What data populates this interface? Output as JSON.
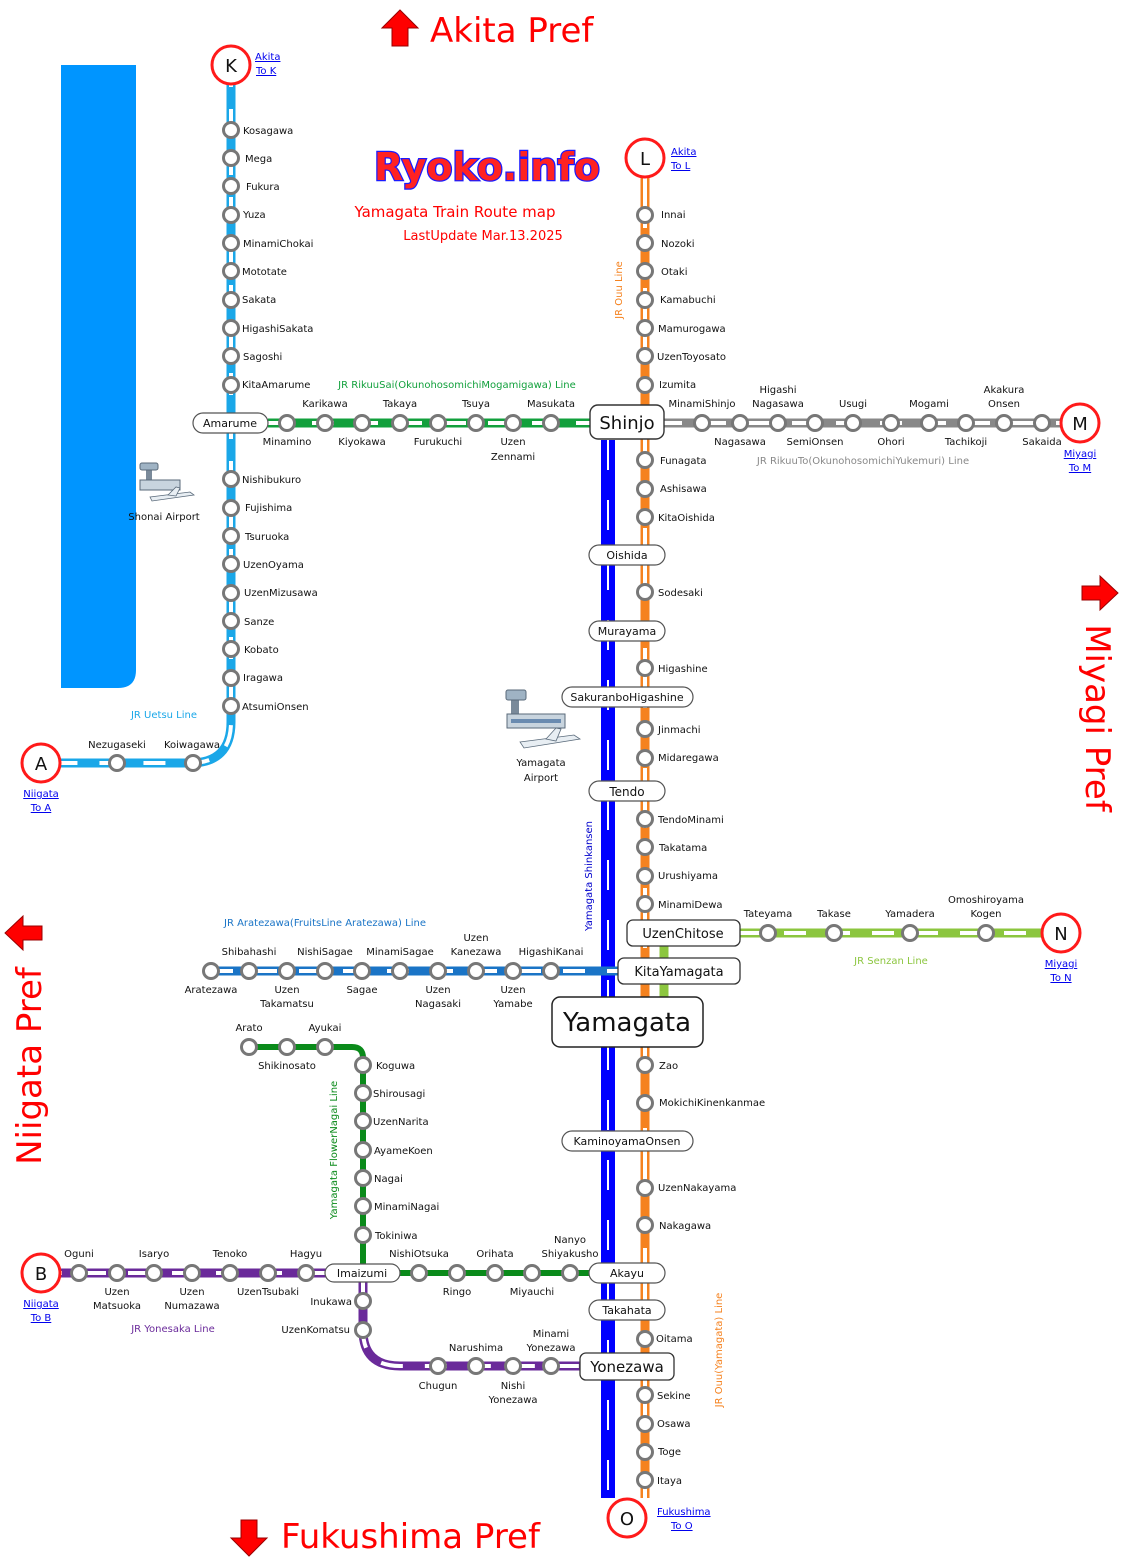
{
  "header": {
    "logo": "Ryoko.info",
    "title": "Yamagata Train Route map",
    "updated": "LastUpdate Mar.13.2025"
  },
  "prefectures": {
    "north": "Akita Pref",
    "east": "Miyagi Pref",
    "west": "Niigata Pref",
    "south": "Fukushima Pref"
  },
  "colors": {
    "uetsu": "#1aa7e8",
    "rikuusai": "#12a03c",
    "ouu": "#f5821f",
    "shinkansen": "#0000ff",
    "rikuuto": "#888888",
    "senzan": "#8cc63f",
    "aratezawa": "#1a74c6",
    "flowernagai": "#0a8a1a",
    "yonesaka": "#6a2a9a",
    "sea": "#0095ff",
    "pref_red": "#ff0000"
  },
  "lines": {
    "uetsu": "JR Uetsu Line",
    "rikuusai": "JR RikuuSai(OkunohosomichiMogamigawa) Line",
    "ouu_north": "JR Ouu Line",
    "rikuuto": "JR RikuuTo(OkunohosomichiYukemuri) Line",
    "shinkansen": "Yamagata Shinkansen",
    "aratezawa": "JR Aratezawa(FruitsLine Aratezawa) Line",
    "senzan": "JR Senzan Line",
    "flowernagai": "Yamagata FlowerNagai Line",
    "yonesaka": "JR Yonesaka Line",
    "ouu_south": "JR Ouu(Yamagata) Line"
  },
  "terminals": {
    "A": {
      "letter": "A",
      "pref": "Niigata",
      "to": "To A"
    },
    "B": {
      "letter": "B",
      "pref": "Niigata",
      "to": "To B"
    },
    "K": {
      "letter": "K",
      "pref": "Akita",
      "to": "To K"
    },
    "L": {
      "letter": "L",
      "pref": "Akita",
      "to": "To L"
    },
    "M": {
      "letter": "M",
      "pref": "Miyagi",
      "to": "To M"
    },
    "N": {
      "letter": "N",
      "pref": "Miyagi",
      "to": "To N"
    },
    "O": {
      "letter": "O",
      "pref": "Fukushima",
      "to": "To O"
    }
  },
  "airports": {
    "shonai": "Shonai Airport",
    "yamagata_1": "Yamagata",
    "yamagata_2": "Airport"
  },
  "hubs": {
    "amarume": "Amarume",
    "shinjo": "Shinjo",
    "oishida": "Oishida",
    "murayama": "Murayama",
    "sakuranbo": "SakuranboHigashine",
    "tendo": "Tendo",
    "uzenchitose": "UzenChitose",
    "kitayamagata": "KitaYamagata",
    "yamagata": "Yamagata",
    "kaminoyama": "KaminoyamaOnsen",
    "akayu": "Akayu",
    "takahata": "Takahata",
    "yonezawa": "Yonezawa",
    "imaizumi": "Imaizumi"
  },
  "stations": {
    "uetsu_north": [
      "Kosagawa",
      "Mega",
      "Fukura",
      "Yuza",
      "MinamiChokai",
      "Mototate",
      "Sakata",
      "HigashiSakata",
      "Sagoshi",
      "KitaAmarume"
    ],
    "uetsu_south": [
      "Nishibukuro",
      "Fujishima",
      "Tsuruoka",
      "UzenOyama",
      "UzenMizusawa",
      "Sanze",
      "Kobato",
      "Iragawa",
      "AtsumiOnsen"
    ],
    "uetsu_west": [
      "Koiwagawa",
      "Nezugaseki"
    ],
    "rikuusai_top": [
      "Karikawa",
      "Takaya",
      "Tsuya",
      "Masukata"
    ],
    "rikuusai_bottom": [
      "Minamino",
      "Kiyokawa",
      "Furukuchi",
      "Uzen",
      "Zennami"
    ],
    "ouu_north": [
      "Innai",
      "Nozoki",
      "Otaki",
      "Kamabuchi",
      "Mamurogawa",
      "UzenToyosato",
      "Izumita"
    ],
    "rikuuto_top": [
      "MinamiShinjo",
      "Higashi",
      "Nagasawa",
      "Usugi",
      "Mogami",
      "Akakura",
      "Onsen"
    ],
    "rikuuto_bottom": [
      "Nagasawa",
      "SemiOnsen",
      "Ohori",
      "Tachikoji",
      "Sakaida"
    ],
    "ouu_mid": [
      "Funagata",
      "Ashisawa",
      "KitaOishida",
      "Sodesaki",
      "Higashine",
      "Jinmachi",
      "Midaregawa",
      "TendoMinami",
      "Takatama",
      "Urushiyama",
      "MinamiDewa"
    ],
    "senzan": [
      "Tateyama",
      "Takase",
      "Yamadera",
      "Omoshiroyama",
      "Kogen"
    ],
    "aratezawa_top": [
      "Shibahashi",
      "NishiSagae",
      "MinamiSagae",
      "Uzen",
      "Kanezawa",
      "HigashiKanai"
    ],
    "aratezawa_bottom": [
      "Aratezawa",
      "Uzen",
      "Takamatsu",
      "Sagae",
      "Uzen",
      "Nagasaki",
      "Uzen",
      "Yamabe"
    ],
    "ouu_south": [
      "Zao",
      "MokichiKinenkanmae",
      "UzenNakayama",
      "Nakagawa",
      "Oitama",
      "Sekine",
      "Osawa",
      "Toge",
      "Itaya"
    ],
    "flowernagai_top": [
      "Arato",
      "Ayukai",
      "Shikinosato"
    ],
    "flowernagai_col": [
      "Koguwa",
      "Shirousagi",
      "UzenNarita",
      "AyameKoen",
      "Nagai",
      "MinamiNagai",
      "Tokiniwa"
    ],
    "flowernagai_bottom": [
      "NishiOtsuka",
      "Orihata",
      "Nanyo",
      "Shiyakusho",
      "Ringo",
      "Miyauchi"
    ],
    "yonesaka_top": [
      "Oguni",
      "Isaryo",
      "Tenoko",
      "Hagyu"
    ],
    "yonesaka_bottom": [
      "Uzen",
      "Matsuoka",
      "Uzen",
      "Numazawa",
      "UzenTsubaki"
    ],
    "yonesaka_east": [
      "Inukawa",
      "UzenKomatsu",
      "Narushima",
      "Minami",
      "Yonezawa",
      "Chugun",
      "Nishi",
      "Yonezawa"
    ]
  }
}
